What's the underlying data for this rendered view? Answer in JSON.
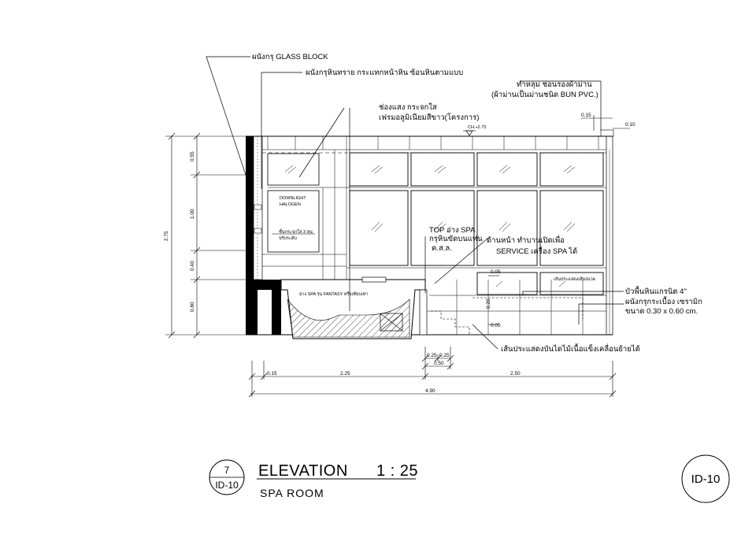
{
  "annotations": {
    "glass_block": "ผนังกรุ GLASS BLOCK",
    "sandstone_wall": "ผนังกรุหินทราย กระแทกหน้าหิน ซ้อนหินตามแบบ",
    "skylight_1": "ช่องแสง กระจกใส",
    "skylight_2": "เฟรมอลูมิเนียมสีขาว(โครงการ)",
    "curtain_1": "ทำหลุม ช่อนรองผ้าม่าน",
    "curtain_2": "(ผ้าม่านเป็นม่านชนิด BUN PVC.)",
    "ceiling_height": "CH.+2.75",
    "downlight_1": "DOWNLIGHT",
    "downlight_2": "HALOGEN",
    "shelf_1": "ชั้นกระจกใส 3 หุน",
    "shelf_2": "ปรับระดับ",
    "top_spa_1": "TOP อ่าง SPA",
    "top_spa_2": "กรุหินขัดบนแท่น",
    "top_spa_3": "ค.ส.ล.",
    "service_1": "ด้านหน้า ทำบานเปิดเพื่อ",
    "service_2": "SERVICE เครื่อง SPA ได้",
    "spa_tub": "อ่าง SPA รุ่น FANTASY หรือเทียบเท่า",
    "waterline": "เส้นประแสดงเสียงนวด",
    "granite_base_1": "บัวพื้นหินแกรนิต 4\"",
    "ceramic_1": "ผนังกรุกระเบื้อง เซรามิก",
    "ceramic_2": "ขนาด 0.30 x 0.60 cm.",
    "steps": "เส้นประแสดงบันไดไม้เนื้อแข็งเคลื่อนย้ายได้"
  },
  "dimensions": {
    "v_total": "2.75",
    "v_seg1": "0.55",
    "v_seg2": "1.00",
    "v_seg3": "0.40",
    "v_seg4": "0.80",
    "h_015": "0.15",
    "h_225": "2.25",
    "h_250": "2.50",
    "h_490": "4.90",
    "h_025a": "0.25",
    "h_025b": "0.25",
    "h_050": "0.50",
    "curtain_015": "0.15",
    "curtain_010": "0.10",
    "d_005a": "0.05",
    "d_020": "0.20",
    "d_005b": "0.05"
  },
  "title_block": {
    "number": "7",
    "sheet": "ID-10",
    "title": "ELEVATION",
    "scale": "1 : 25",
    "subtitle": "SPA     ROOM",
    "badge": "ID-10"
  }
}
